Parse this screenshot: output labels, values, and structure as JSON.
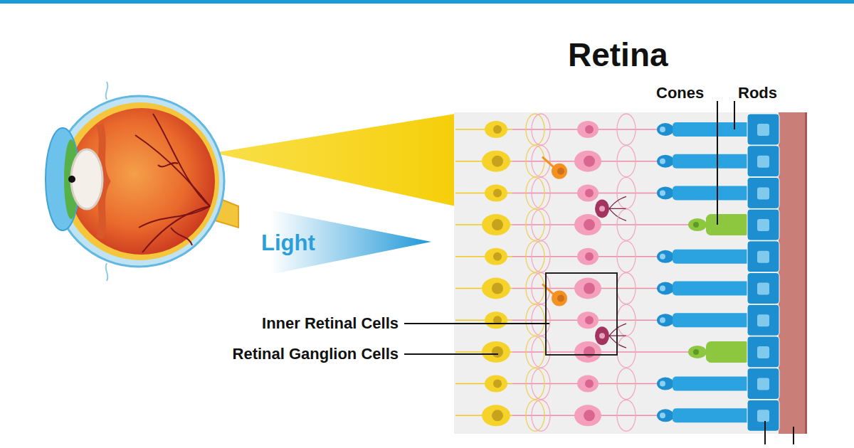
{
  "diagram": {
    "title": "Retina",
    "labels": [
      "Cones",
      "Rods",
      "Light",
      "Inner Retinal Cells",
      "Retinal Ganglion Cells"
    ]
  }
}
